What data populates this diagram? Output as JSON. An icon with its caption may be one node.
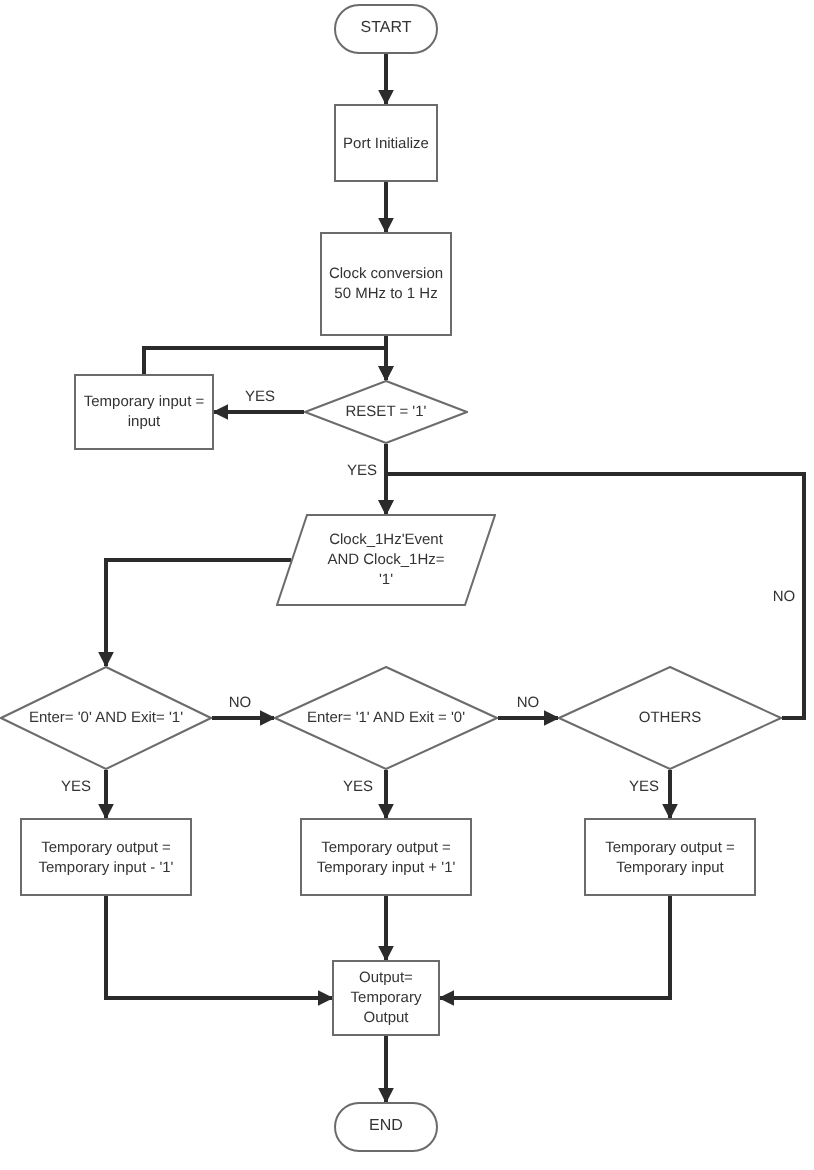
{
  "diagram": {
    "nodes": [
      {
        "text": [
          "START"
        ]
      },
      {
        "text": [
          "Port Initialize"
        ]
      },
      {
        "text": [
          "Clock conversion 50 MHz to 1 Hz"
        ]
      },
      {
        "text": [
          "Temporary input = input"
        ]
      },
      {
        "text": [
          "RESET = '1'"
        ]
      },
      {
        "text": [
          "Clock_1Hz'Event AND Clock_1Hz= '1'"
        ]
      },
      {
        "text": [
          "Enter= '0' AND Exit= '1'"
        ]
      },
      {
        "text": [
          "Enter= '1' AND Exit = '0'"
        ]
      },
      {
        "text": [
          "OTHERS"
        ]
      },
      {
        "text": [
          "Temporary output = Temporary input - '1'"
        ]
      },
      {
        "text": [
          "Temporary output = Temporary input + '1'"
        ]
      },
      {
        "text": [
          "Temporary output = Temporary input"
        ]
      },
      {
        "text": [
          "Output= Temporary Output"
        ]
      },
      {
        "text": [
          "END"
        ]
      }
    ],
    "edges": [
      {
        "from": 0,
        "to": 1,
        "arrow": "to"
      },
      {
        "from": 1,
        "to": 2,
        "arrow": "to"
      },
      {
        "from": 2,
        "to": 4,
        "arrow": "to"
      },
      {
        "from": 4,
        "to": 3,
        "arrow": "to",
        "label": "YES"
      },
      {
        "from": 3,
        "to": 4,
        "arrow": "to"
      },
      {
        "from": 4,
        "to": 5,
        "arrow": "to",
        "label": "YES"
      },
      {
        "from": 5,
        "to": 6,
        "arrow": "to"
      },
      {
        "from": 6,
        "to": 7,
        "arrow": "to",
        "label": "NO"
      },
      {
        "from": 7,
        "to": 8,
        "arrow": "to",
        "label": "NO"
      },
      {
        "from": 8,
        "to": 5,
        "arrow": "to",
        "label": "NO"
      },
      {
        "from": 6,
        "to": 9,
        "arrow": "to",
        "label": "YES"
      },
      {
        "from": 7,
        "to": 10,
        "arrow": "to",
        "label": "YES"
      },
      {
        "from": 8,
        "to": 11,
        "arrow": "to",
        "label": "YES"
      },
      {
        "from": 9,
        "to": 12,
        "arrow": "to"
      },
      {
        "from": 10,
        "to": 12,
        "arrow": "to"
      },
      {
        "from": 11,
        "to": 12,
        "arrow": "to"
      },
      {
        "from": 12,
        "to": 13,
        "arrow": "to"
      }
    ]
  }
}
